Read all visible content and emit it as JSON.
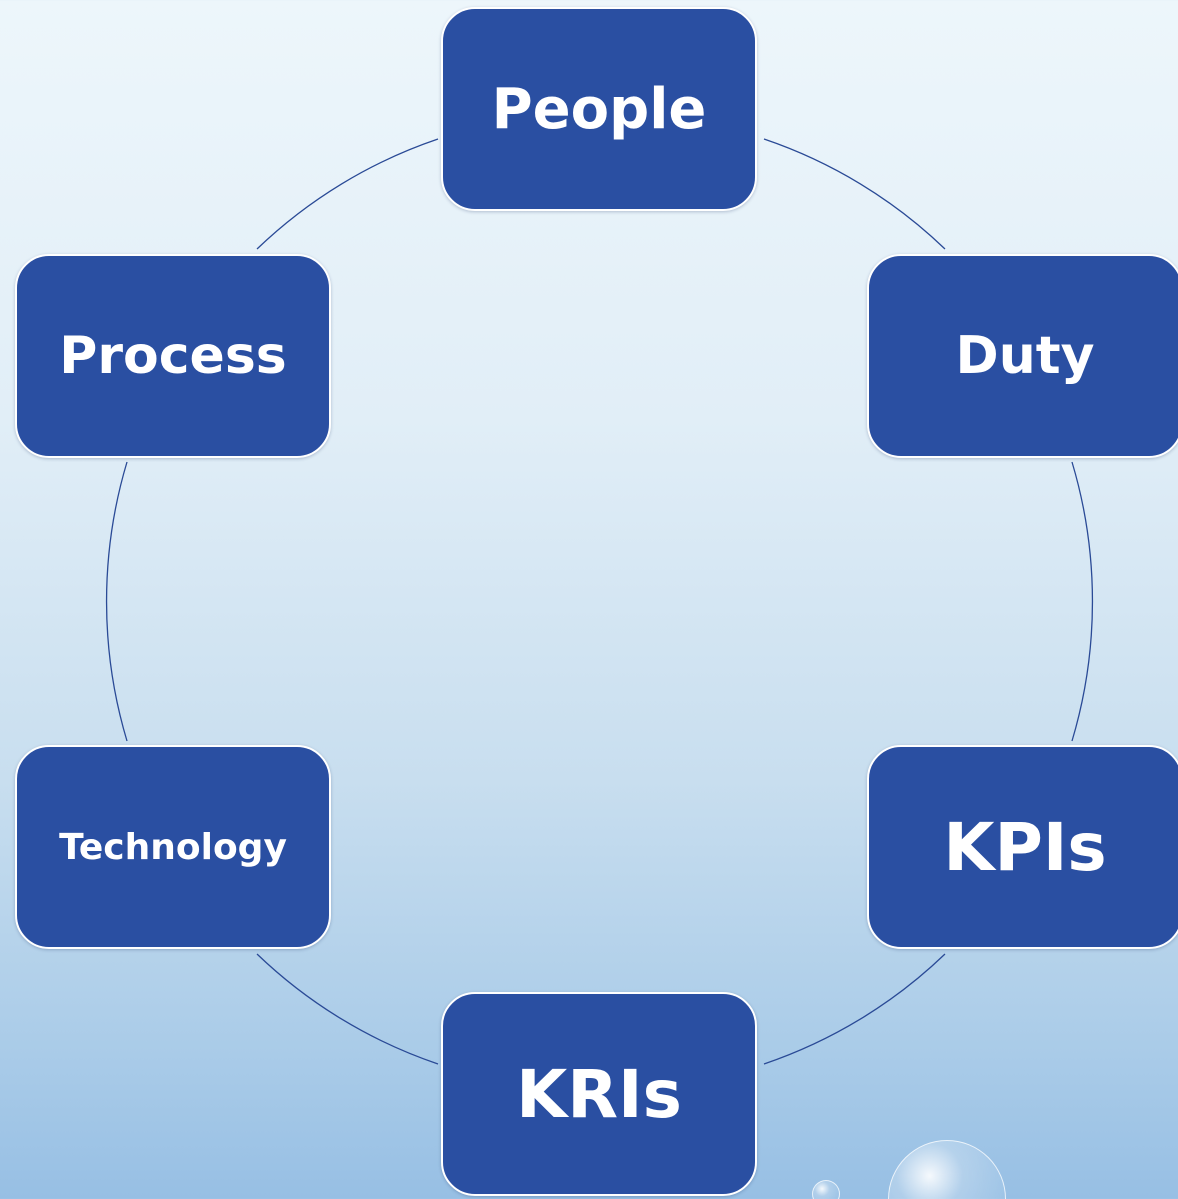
{
  "diagram": {
    "nodes": [
      {
        "id": "people",
        "label": "People"
      },
      {
        "id": "duty",
        "label": "Duty"
      },
      {
        "id": "kpis",
        "label": "KPIs"
      },
      {
        "id": "kris",
        "label": "KRIs"
      },
      {
        "id": "technology",
        "label": "Technology"
      },
      {
        "id": "process",
        "label": "Process"
      }
    ],
    "colors": {
      "node_fill": "#2a4fa2",
      "node_border": "#ffffff",
      "connector": "#2a4a96",
      "background_top": "#edf6fb",
      "background_bottom": "#97bfe4"
    }
  }
}
